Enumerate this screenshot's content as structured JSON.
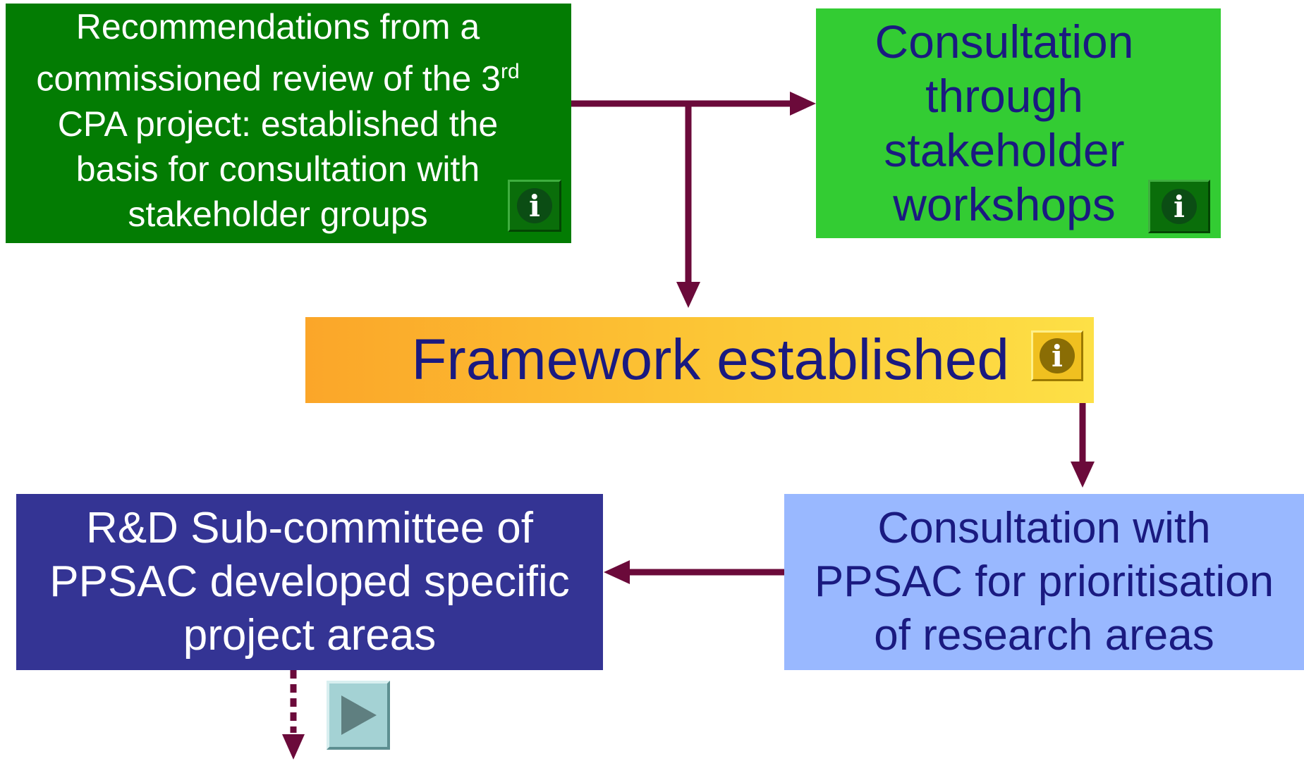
{
  "boxes": {
    "review": "Recommendations from a\ncommissioned review of the 3",
    "review_sup": "rd",
    "review_tail": "\nCPA project: established the\nbasis for consultation with\nstakeholder groups",
    "workshops": "Consultation\nthrough\nstakeholder\nworkshops",
    "framework": "Framework established",
    "rd": "R&D Sub-committee of\nPPSAC developed specific\nproject areas",
    "ppsac": "Consultation with\nPPSAC for prioritisation\nof research areas"
  },
  "icons": {
    "info": "i",
    "info_icon_name": "info-icon",
    "next_icon_name": "play-triangle-icon"
  },
  "colors": {
    "review_bg": "#037c03",
    "workshops_bg": "#33cc33",
    "framework_gradient": [
      "#fba629",
      "#fde046"
    ],
    "rd_bg": "#343494",
    "ppsac_bg": "#99b8ff",
    "arrow": "#6b0a3a"
  }
}
